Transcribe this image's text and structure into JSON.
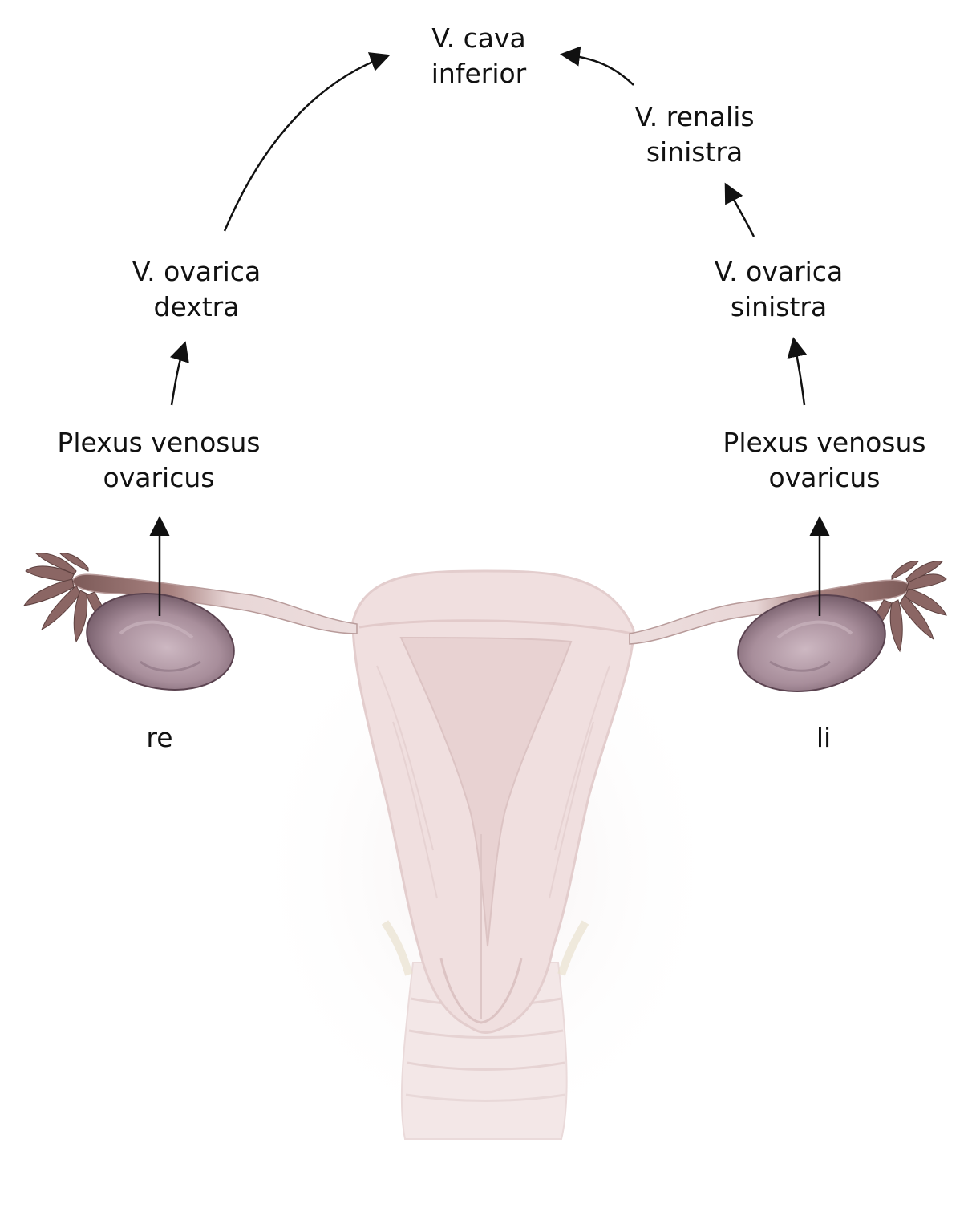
{
  "labels": {
    "vena_cava": {
      "line1": "V. cava",
      "line2": "inferior"
    },
    "renalis_sinistra": {
      "line1": "V. renalis",
      "line2": "sinistra"
    },
    "ovarica_dextra": {
      "line1": "V. ovarica",
      "line2": "dextra"
    },
    "ovarica_sinistra": {
      "line1": "V. ovarica",
      "line2": "sinistra"
    },
    "plexus_right": {
      "line1": "Plexus venosus",
      "line2": "ovaricus"
    },
    "plexus_left": {
      "line1": "Plexus venosus",
      "line2": "ovaricus"
    },
    "side_right": "re",
    "side_left": "li"
  },
  "colors": {
    "arrow": "#111111",
    "uterus_fill": "#f1dfdf",
    "uterus_outline": "#e2cccc",
    "tube": "#ecdcdc",
    "fimbria": "#8a6664",
    "ovary": "#9d8590"
  }
}
